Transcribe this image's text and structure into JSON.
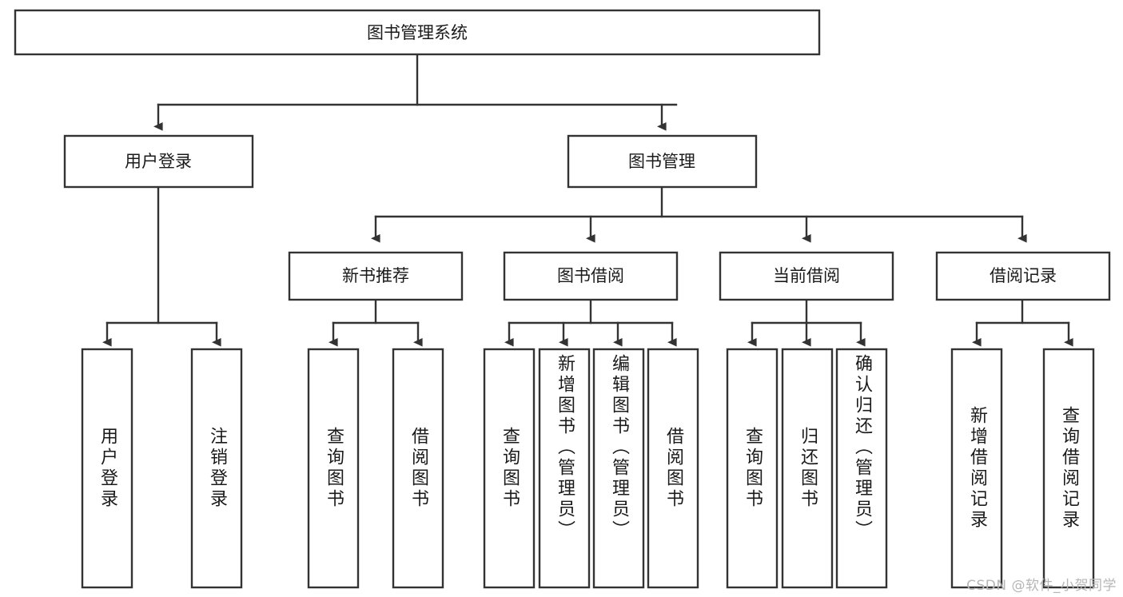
{
  "diagram": {
    "type": "tree-hierarchy-flowchart",
    "orientation": "top-down",
    "colors": {
      "stroke": "#333333",
      "fill": "#ffffff",
      "text": "#1a1a1a",
      "watermark": "#b6b6b6",
      "background": "#ffffff"
    },
    "root": {
      "label": "图书管理系统"
    },
    "level2": [
      {
        "label": "用户登录"
      },
      {
        "label": "图书管理"
      }
    ],
    "level3": [
      {
        "label": "新书推荐"
      },
      {
        "label": "图书借阅"
      },
      {
        "label": "当前借阅"
      },
      {
        "label": "借阅记录"
      }
    ],
    "leaves": {
      "user_login": [
        {
          "label": "用户登录"
        },
        {
          "label": "注销登录"
        }
      ],
      "new_book_recommend": [
        {
          "label": "查询图书"
        },
        {
          "label": "借阅图书"
        }
      ],
      "book_borrow": [
        {
          "label": "查询图书"
        },
        {
          "label": "新增图书（管理员）"
        },
        {
          "label": "编辑图书（管理员）"
        },
        {
          "label": "借阅图书"
        }
      ],
      "current_borrow": [
        {
          "label": "查询图书"
        },
        {
          "label": "归还图书"
        },
        {
          "label": "确认归还（管理员）"
        }
      ],
      "borrow_records": [
        {
          "label": "新增借阅记录"
        },
        {
          "label": "查询借阅记录"
        }
      ]
    }
  },
  "watermark": {
    "text": "CSDN @软件_小贺同学"
  }
}
